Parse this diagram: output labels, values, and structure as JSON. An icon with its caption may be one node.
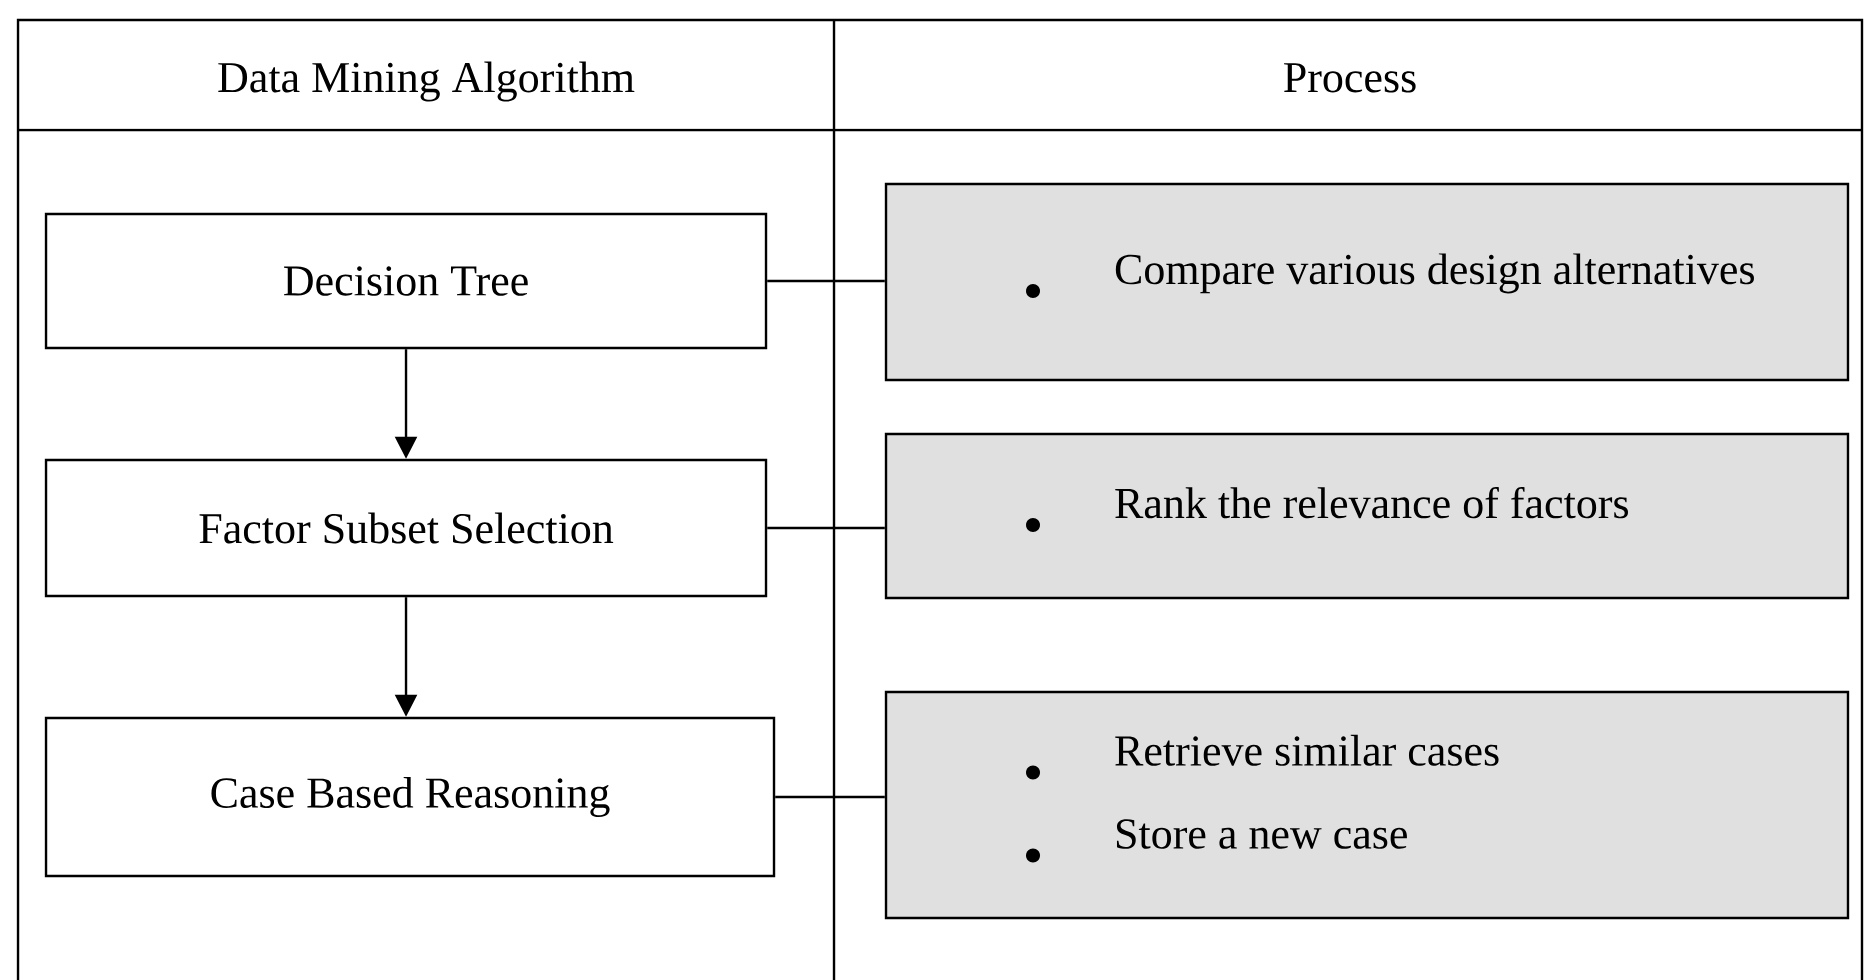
{
  "diagram": {
    "nodes": [
      {
        "text": [
          "Decision Tree"
        ]
      },
      {
        "text": [
          "Factor Subset Selection"
        ]
      },
      {
        "text": [
          "Case Based Reasoning"
        ]
      },
      {
        "text": [
          "Compare various design alternatives"
        ]
      },
      {
        "text": [
          "Rank the relevance of factors"
        ]
      },
      {
        "text": [
          "Retrieve similar cases",
          "Store a new case"
        ]
      }
    ],
    "edges": [
      {
        "from": 0,
        "to": 1,
        "arrow": "to"
      },
      {
        "from": 1,
        "to": 2,
        "arrow": "to"
      },
      {
        "from": 0,
        "to": 3,
        "arrow": "none"
      },
      {
        "from": 1,
        "to": 4,
        "arrow": "none"
      },
      {
        "from": 2,
        "to": 5,
        "arrow": "none"
      }
    ],
    "labels": [
      "Data Mining Algorithm",
      "Process"
    ]
  }
}
